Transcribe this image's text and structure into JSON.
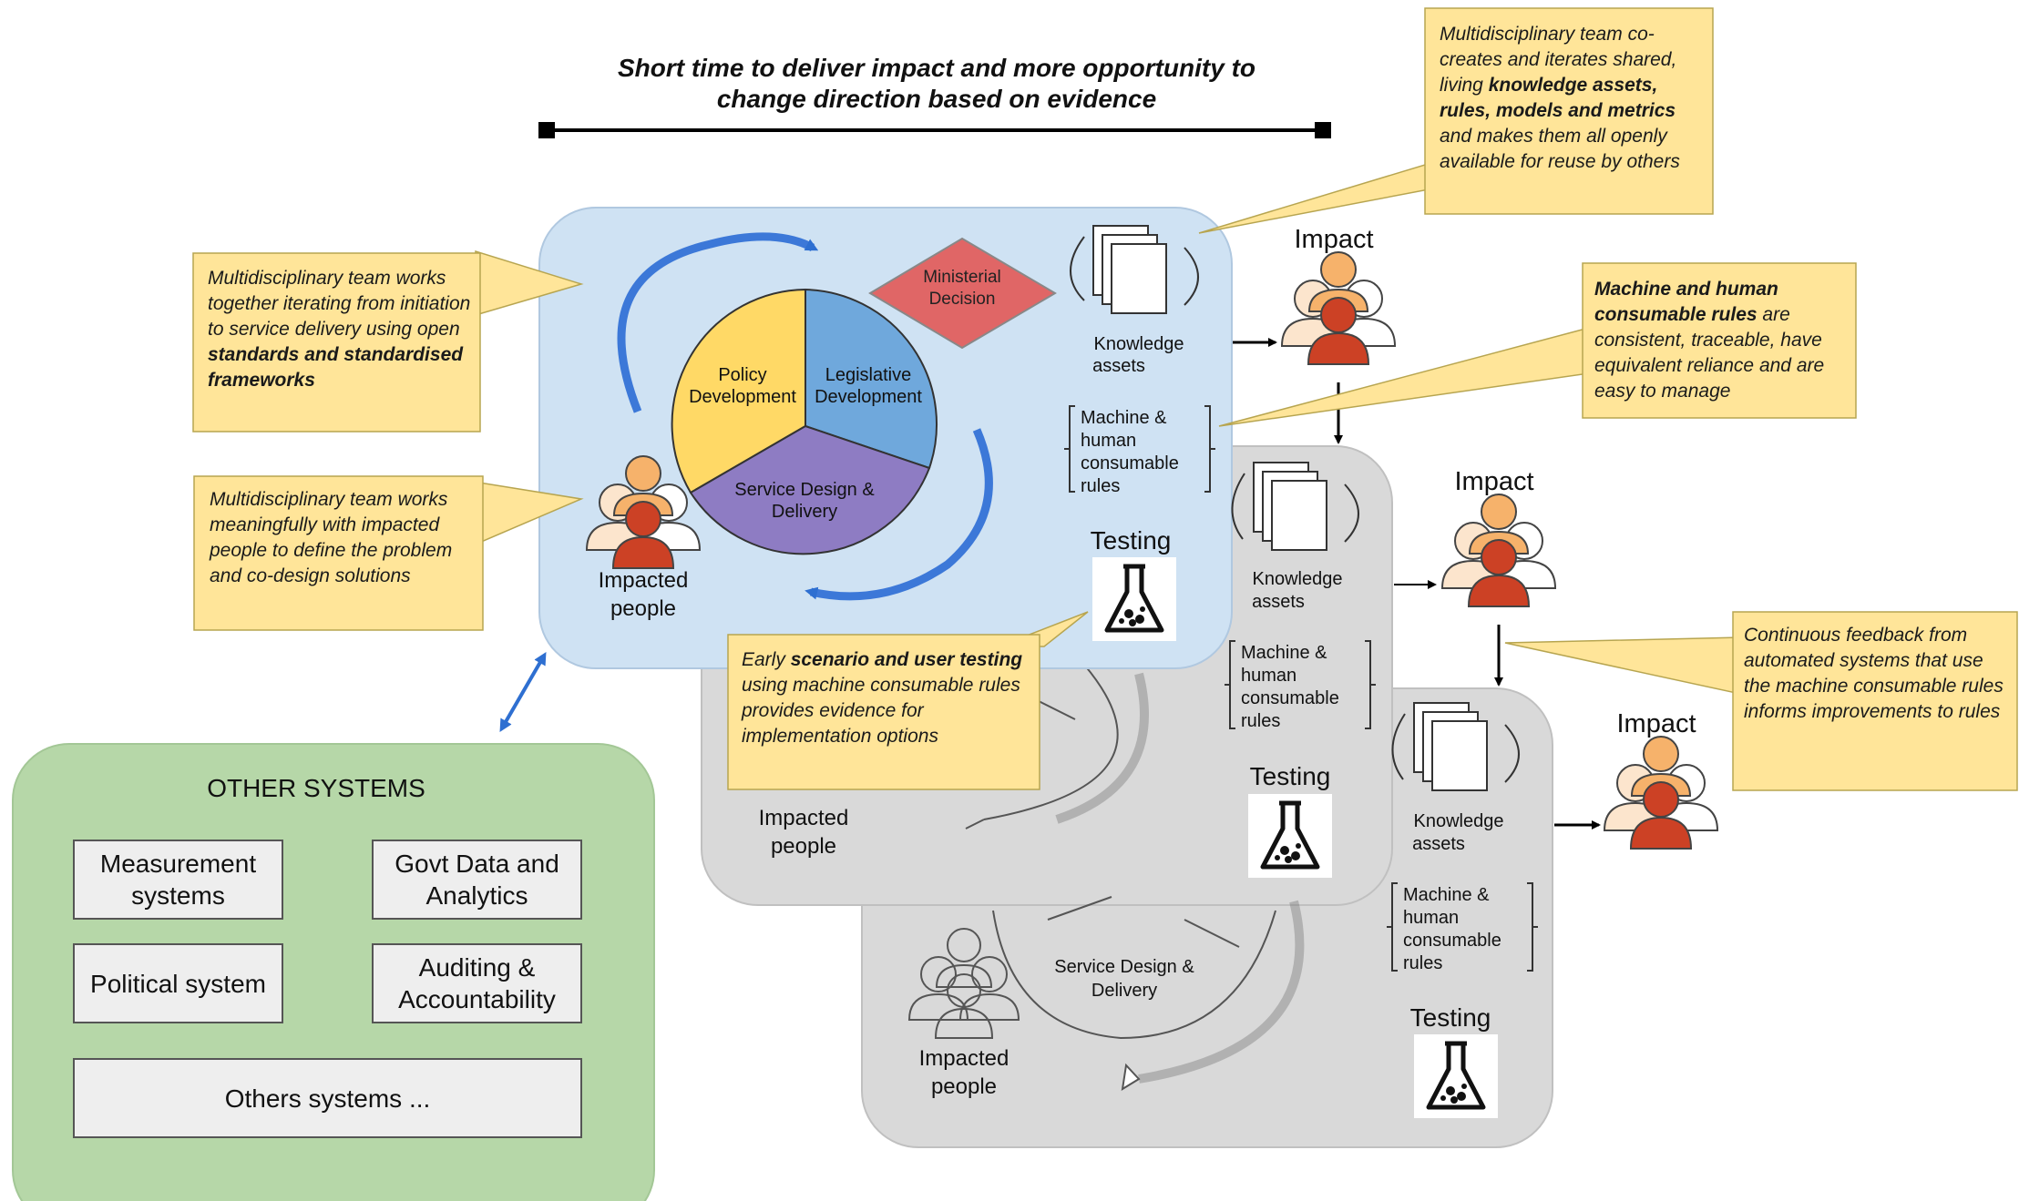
{
  "header": {
    "line1": "Short time to deliver impact and more opportunity to",
    "line2": "change direction based on evidence"
  },
  "cycle": {
    "policy": [
      "Policy",
      "Development"
    ],
    "legislative": [
      "Legislative",
      "Development"
    ],
    "service": [
      "Service Design &",
      "Delivery"
    ],
    "ministerial": [
      "Ministerial",
      "Decision"
    ],
    "impacted": [
      "Impacted",
      "people"
    ],
    "knowledge": [
      "Knowledge",
      "assets"
    ],
    "rules": [
      "Machine &",
      "human",
      "consumable",
      "rules"
    ],
    "testing": "Testing",
    "impact": "Impact"
  },
  "callouts": {
    "top_right": {
      "p1": "Multidisciplinary team co-creates and iterates shared, living ",
      "b1": "knowledge assets, rules, models and metrics",
      "p2": " and makes them all openly available for reuse by others"
    },
    "left_top": {
      "p1": "Multidisciplinary team works together iterating from initiation to service delivery using open ",
      "b1": "standards and standardised frameworks"
    },
    "left_bottom": {
      "p1": "Multidisciplinary team works meaningfully with impacted people to define the problem and co-design solutions"
    },
    "right_middle": {
      "b1": "Machine and human consumable rules",
      "p1": " are consistent, traceable, have equivalent reliance and are easy to manage"
    },
    "right_bottom": {
      "p1": "Continuous feedback from automated systems that use the machine consumable rules informs improvements to rules"
    },
    "center_bottom": {
      "p1": "Early ",
      "b1": "scenario and user testing",
      "p2": " using machine consumable rules provides evidence for implementation options"
    }
  },
  "other_systems": {
    "title": "OTHER SYSTEMS",
    "measurement": "Measurement systems",
    "govt_data": "Govt Data and Analytics",
    "political": "Political system",
    "auditing": "Auditing & Accountability",
    "others": "Others systems ..."
  },
  "colors": {
    "blue_panel": "#cfe2f3",
    "grey_panel": "#d9d9d9",
    "green_panel": "#b6d7a8",
    "callout": "#ffe599",
    "policy": "#ffd966",
    "legislative": "#6fa8dc",
    "service": "#8e7cc3",
    "ministerial": "#e06666",
    "arrow_blue": "#3c78d8"
  }
}
